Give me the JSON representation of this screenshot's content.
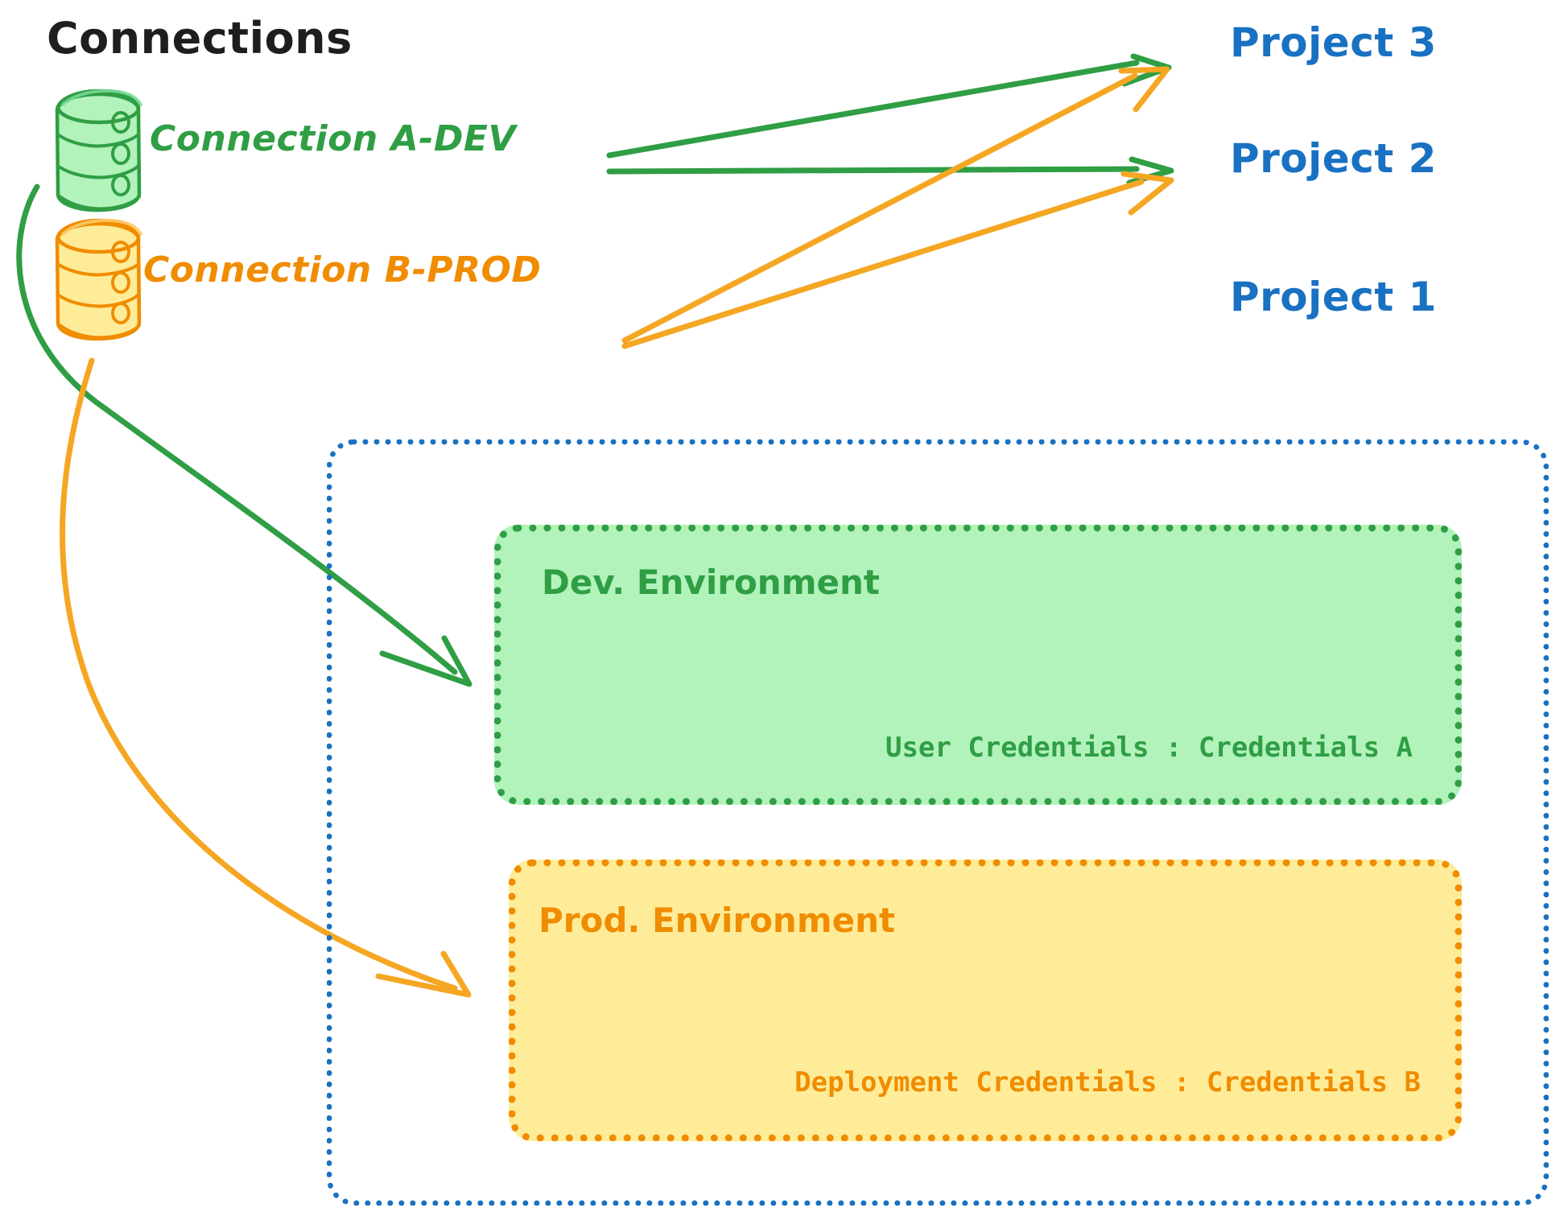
{
  "diagram": {
    "title": "Connections",
    "background": "#ffffff",
    "colors": {
      "green_stroke": "#2f9e44",
      "green_fill": "#b2f2bb",
      "orange_stroke": "#f08c00",
      "orange_fill": "#ffec99",
      "blue_stroke": "#1971c2",
      "text_dark": "#1e1e1e",
      "arrow_green": "#2f9e44",
      "arrow_orange": "#f5a623"
    }
  },
  "connections": [
    {
      "id": "connection-a-dev",
      "label": "Connection A-DEV",
      "color": "#2f9e44",
      "icon": "database-icon"
    },
    {
      "id": "connection-b-prod",
      "label": "Connection B-PROD",
      "color": "#f08c00",
      "icon": "database-icon"
    }
  ],
  "projects": [
    {
      "id": "project-3",
      "label": "Project 3"
    },
    {
      "id": "project-2",
      "label": "Project 2"
    },
    {
      "id": "project-1",
      "label": "Project 1"
    }
  ],
  "project1": {
    "label": "Project 1",
    "environments": [
      {
        "id": "dev-environment",
        "title": "Dev. Environment",
        "credentials_label": "User Credentials : Credentials A",
        "color": "#2f9e44",
        "fill": "#b2f2bb"
      },
      {
        "id": "prod-environment",
        "title": "Prod. Environment",
        "credentials_label": "Deployment Credentials : Credentials B",
        "color": "#f08c00",
        "fill": "#ffec99"
      }
    ]
  },
  "edges": [
    {
      "id": "a-dev-to-project-3",
      "from": "connection-a-dev",
      "to": "project-3",
      "color": "#2f9e44"
    },
    {
      "id": "a-dev-to-project-2",
      "from": "connection-a-dev",
      "to": "project-2",
      "color": "#2f9e44"
    },
    {
      "id": "a-dev-to-dev-environment",
      "from": "connection-a-dev",
      "to": "dev-environment",
      "color": "#2f9e44"
    },
    {
      "id": "b-prod-to-project-3",
      "from": "connection-b-prod",
      "to": "project-3",
      "color": "#f5a623"
    },
    {
      "id": "b-prod-to-project-2",
      "from": "connection-b-prod",
      "to": "project-2",
      "color": "#f5a623"
    },
    {
      "id": "b-prod-to-prod-environment",
      "from": "connection-b-prod",
      "to": "prod-environment",
      "color": "#f5a623"
    }
  ]
}
